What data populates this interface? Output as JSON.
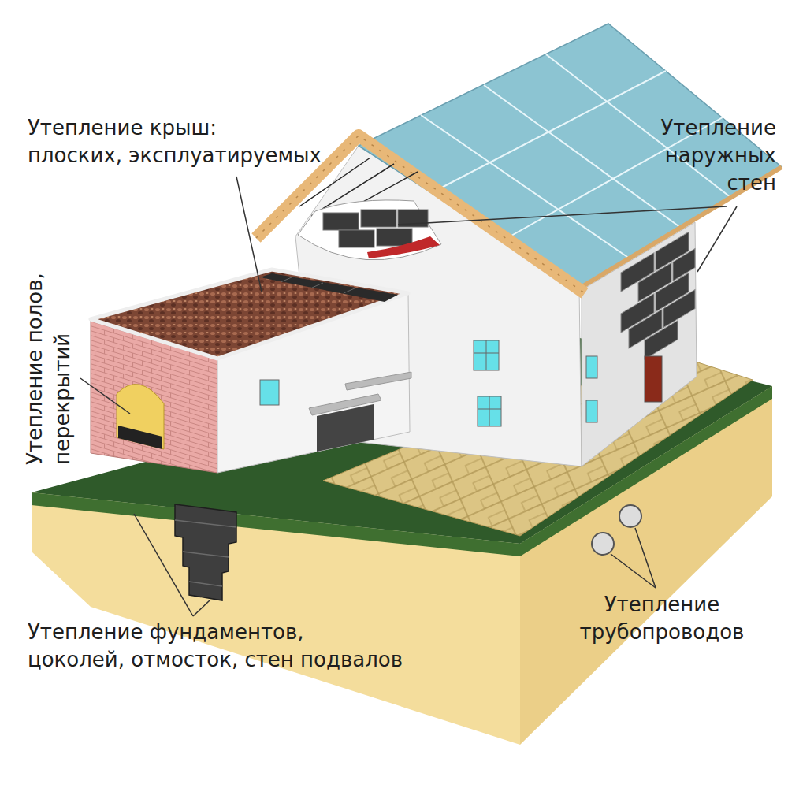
{
  "diagram": {
    "labels": [
      "Утепление крыш: плоских, эксплуатируемых",
      "Утепление наружных стен",
      "Утепление полов, перекрытий",
      "Утепление фундаментов, цоколей, отмосток, стен подвалов",
      "Утепление трубопроводов"
    ]
  }
}
